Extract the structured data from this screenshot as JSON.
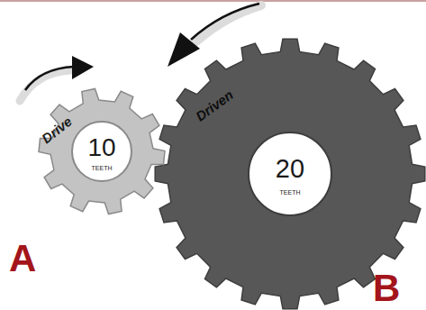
{
  "diagram": {
    "nodes": [
      {
        "text": [
          "Drive",
          "10",
          "TEETH"
        ]
      },
      {
        "text": [
          "Driven",
          "20",
          "TEETH"
        ]
      }
    ],
    "labels": [
      "A",
      "B"
    ]
  }
}
